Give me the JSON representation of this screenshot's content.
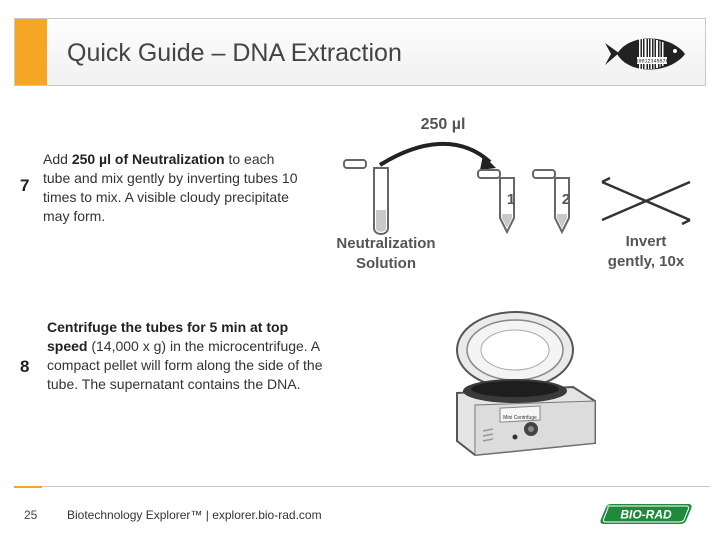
{
  "header": {
    "title": "Quick Guide – DNA Extraction",
    "logo_icon": "fish-barcode-icon",
    "barcode_text": "10012345678"
  },
  "steps": [
    {
      "number": "7",
      "text_parts": [
        {
          "text": "Add ",
          "bold": false
        },
        {
          "text": "250 µl of Neutralization",
          "bold": true
        },
        {
          "text": " to each tube and mix gently by inverting tubes 10 times to mix. A visible cloudy precipitate may form.",
          "bold": false
        }
      ],
      "figure": {
        "volume_label": "250 µl",
        "reagent_label_line1": "Neutralization",
        "reagent_label_line2": "Solution",
        "tube_labels": [
          "1",
          "2"
        ],
        "invert_label_line1": "Invert",
        "invert_label_line2": "gently, 10x"
      }
    },
    {
      "number": "8",
      "text_parts": [
        {
          "text": "Centrifuge the tubes for 5 min at top speed",
          "bold": true
        },
        {
          "text": " (14,000 x g) in the microcentrifuge. A compact pellet will form along the side of the tube. The supernatant contains the DNA.",
          "bold": false
        }
      ],
      "figure": {
        "device_label": "Mini Centrifuge"
      }
    }
  ],
  "footer": {
    "page_number": "25",
    "text": "Biotechnology Explorer™ | explorer.bio-rad.com",
    "brand_logo_text": "BIO-RAD"
  },
  "colors": {
    "accent": "#f5a623",
    "biorad_green": "#1f8a3b"
  }
}
